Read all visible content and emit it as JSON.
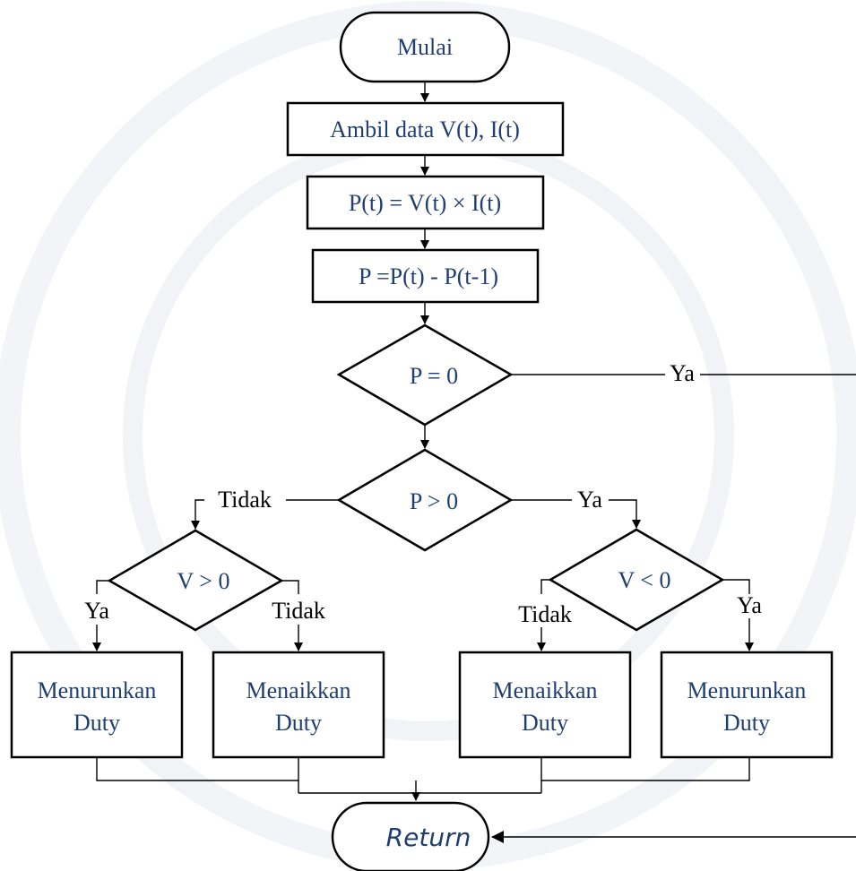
{
  "nodes": {
    "start": "Mulai",
    "read": "Ambil data V(t), I(t)",
    "power": "P(t) = V(t) × I(t)",
    "delta": "P =P(t) - P(t-1)",
    "dec_zero": "P = 0",
    "dec_pos": "P > 0",
    "dec_v_pos": "V  > 0",
    "dec_v_neg": "V  < 0",
    "box1_l1": "Menurunkan",
    "box1_l2": "Duty",
    "box2_l1": "Menaikkan",
    "box2_l2": "Duty",
    "box3_l1": "Menaikkan",
    "box3_l2": "Duty",
    "box4_l1": "Menurunkan",
    "box4_l2": "Duty",
    "end": "Return"
  },
  "edge_labels": {
    "zero_yes": "Ya",
    "pos_no": "Tidak",
    "pos_yes": "Ya",
    "vpos_yes": "Ya",
    "vpos_no": "Tidak",
    "vneg_no": "Tidak",
    "vneg_yes": "Ya"
  },
  "colors": {
    "text": "#1f3f73",
    "stroke": "#000000"
  }
}
